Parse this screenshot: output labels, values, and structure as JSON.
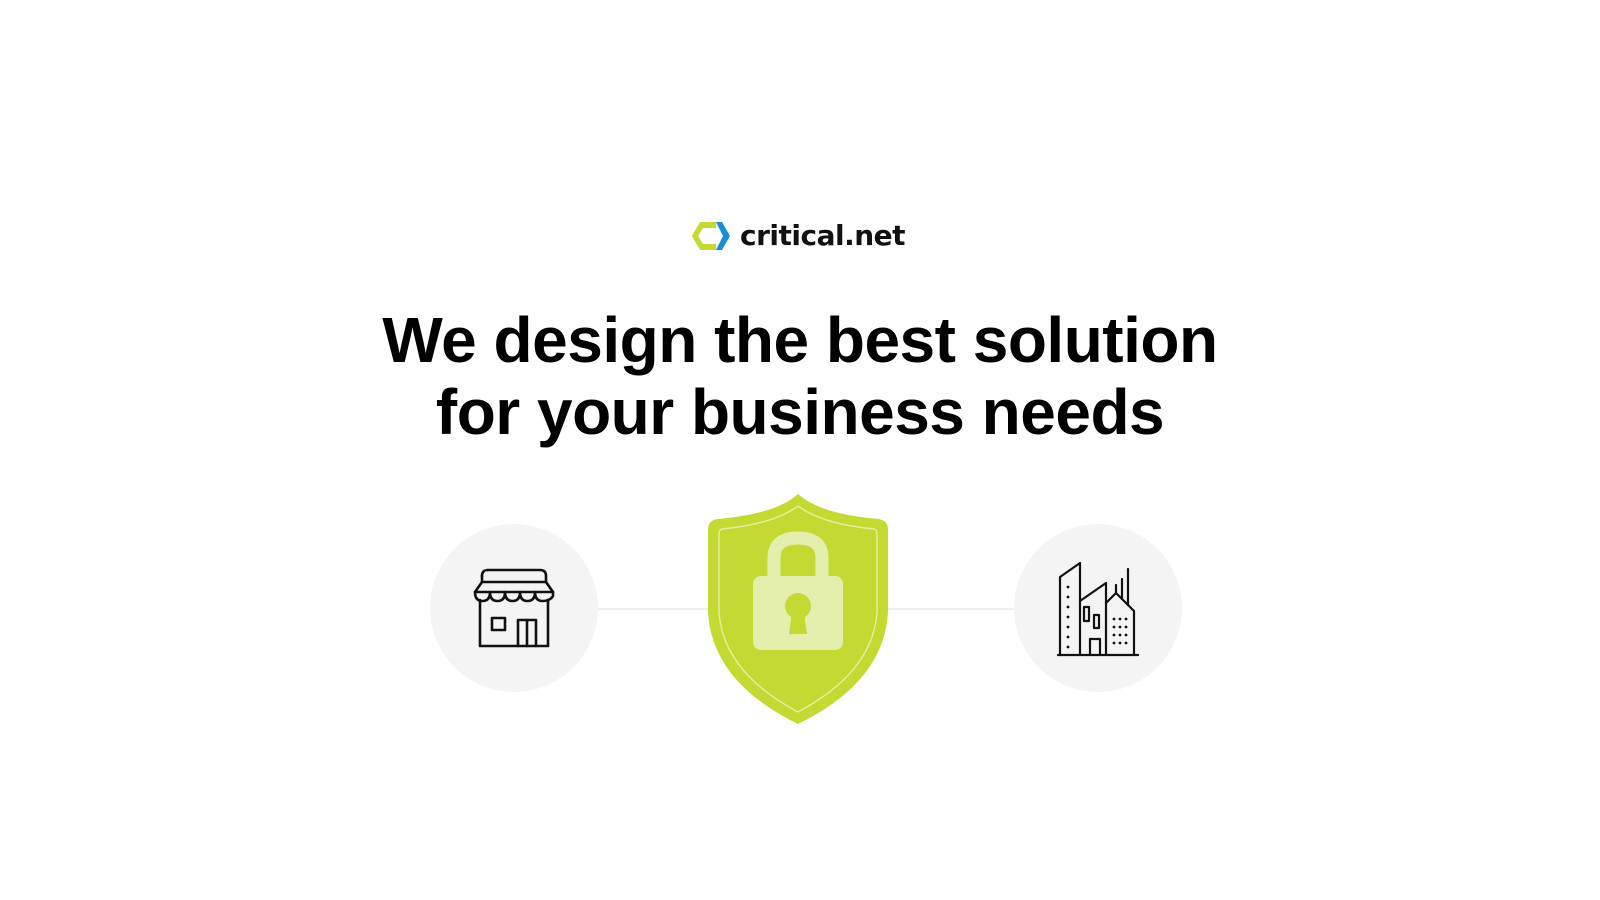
{
  "brand": {
    "name": "critical.net",
    "colors": {
      "lime": "#C5D933",
      "blue": "#1A8FD8",
      "text": "#111111"
    }
  },
  "hero": {
    "headline_line1": "We design the best solution",
    "headline_line2": "for your business needs"
  },
  "illustration": {
    "left_icon": "storefront-icon",
    "center_icon": "shield-lock-icon",
    "right_icon": "office-buildings-icon",
    "shield_color": "#C5D933",
    "circle_color": "#F4F4F4"
  }
}
